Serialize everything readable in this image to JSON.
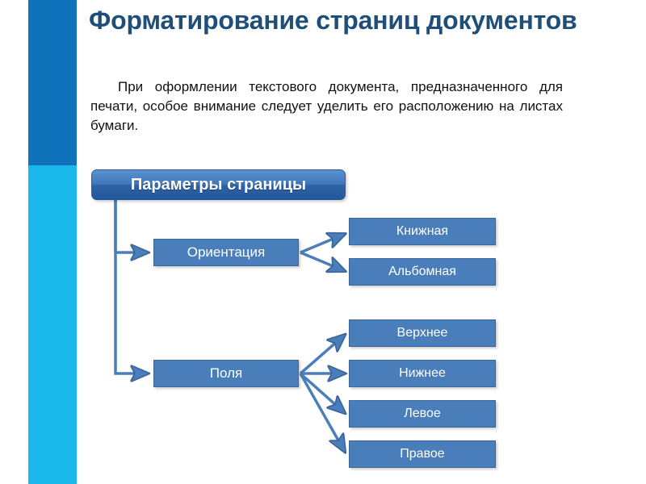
{
  "slide": {
    "title": "Форматирование страниц документов",
    "body_text": "При оформлении текстового документа, предназначенного для печати, особое внимание следует уделить его расположению на листах бумаги.",
    "accent_color_top": "#1072BA",
    "accent_color_bottom": "#1BB8EC",
    "title_color": "#1F4E79",
    "node_color": "#4A7EBB",
    "background": "#FFFFFF"
  },
  "diagram": {
    "root": {
      "label": "Параметры страницы"
    },
    "branches": [
      {
        "label": "Ориентация",
        "children": [
          {
            "label": "Книжная"
          },
          {
            "label": "Альбомная"
          }
        ]
      },
      {
        "label": "Поля",
        "children": [
          {
            "label": "Верхнее"
          },
          {
            "label": "Нижнее"
          },
          {
            "label": "Левое"
          },
          {
            "label": "Правое"
          }
        ]
      }
    ]
  }
}
